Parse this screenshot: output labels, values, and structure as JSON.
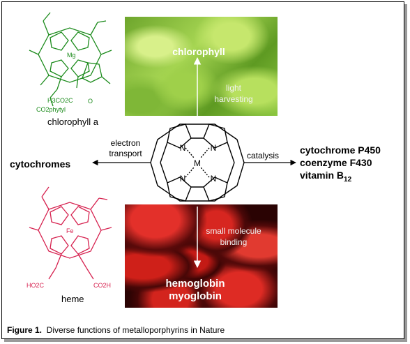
{
  "structures": {
    "chlorophyll_label": "chlorophyll a",
    "heme_label": "heme",
    "chlorophyll_metal": "Mg",
    "chlorophyll_ester": "H3CO2C",
    "chlorophyll_phytyl": "CO2phytyl",
    "chlorophyll_ketone": "O",
    "heme_metal": "Fe",
    "heme_acid_left": "HO2C",
    "heme_acid_right": "CO2H",
    "porphyrin_metal": "M",
    "nitrogen": "N"
  },
  "photos": {
    "top_title": "chlorophyll",
    "top_note_line1": "light",
    "top_note_line2": "harvesting",
    "bottom_title_line1": "hemoglobin",
    "bottom_title_line2": "myoglobin",
    "bottom_note_line1": "small molecule",
    "bottom_note_line2": "binding"
  },
  "arrows": {
    "left_line1": "electron",
    "left_line2": "transport",
    "right": "catalysis"
  },
  "functions": {
    "left": "cytochromes",
    "right_line1": "cytochrome P450",
    "right_line2": "coenzyme F430",
    "right_line3_main": "vitamin B",
    "right_line3_sub": "12"
  },
  "caption": {
    "bold": "Figure 1.",
    "text": "  Diverse functions of metalloporphyrins in Nature"
  },
  "colors": {
    "chlorophyll": "#1a8a1a",
    "heme": "#d6204e",
    "core": "#000000"
  }
}
